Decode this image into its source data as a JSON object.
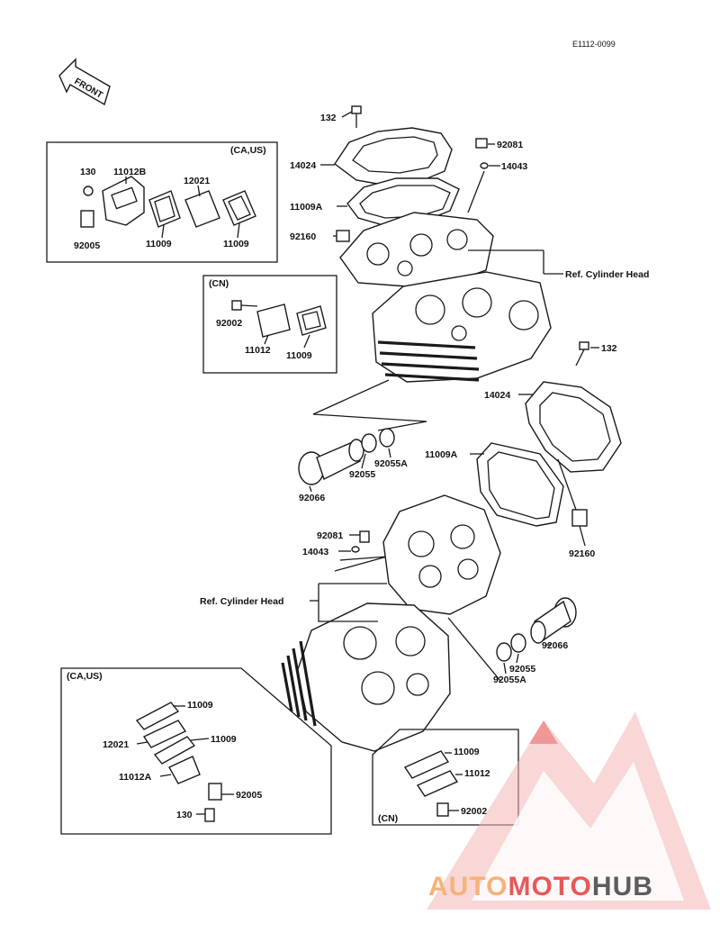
{
  "doc_code": "E1112-0099",
  "front_label": "FRONT",
  "boxes": {
    "upper_ca_us": "(CA,US)",
    "upper_cn": "(CN)",
    "lower_ca_us": "(CA,US)",
    "lower_cn": "(CN)"
  },
  "labels": {
    "p132_a": "132",
    "p92081_a": "92081",
    "p14024_a": "14024",
    "p14043_a": "14043",
    "p11009A_a": "11009A",
    "p92160_a": "92160",
    "ref_head_a": "Ref. Cylinder Head",
    "b1_130": "130",
    "b1_11012B": "11012B",
    "b1_12021": "12021",
    "b1_92005": "92005",
    "b1_11009_a": "11009",
    "b1_11009_b": "11009",
    "b2_92002": "92002",
    "b2_11012": "11012",
    "b2_11009": "11009",
    "p132_b": "132",
    "p14024_b": "14024",
    "p11009A_b": "11009A",
    "p92066_a": "92066",
    "p92055_a": "92055",
    "p92055A_a": "92055A",
    "p92081_b": "92081",
    "p14043_b": "14043",
    "p92160_b": "92160",
    "ref_head_b": "Ref. Cylinder Head",
    "p92066_b": "92066",
    "p92055_b": "92055",
    "p92055A_b": "92055A",
    "b3_11009_a": "11009",
    "b3_12021": "12021",
    "b3_11009_b": "11009",
    "b3_11012A": "11012A",
    "b3_92005": "92005",
    "b3_130": "130",
    "b4_11009": "11009",
    "b4_11012": "11012",
    "b4_92002": "92002"
  },
  "watermark": {
    "part1": "AUTO",
    "part2": "MOTO",
    "part3": "HUB",
    "color_light": "#f6b27a",
    "color_red": "#e8585a",
    "color_gray": "#5d5d5d"
  }
}
